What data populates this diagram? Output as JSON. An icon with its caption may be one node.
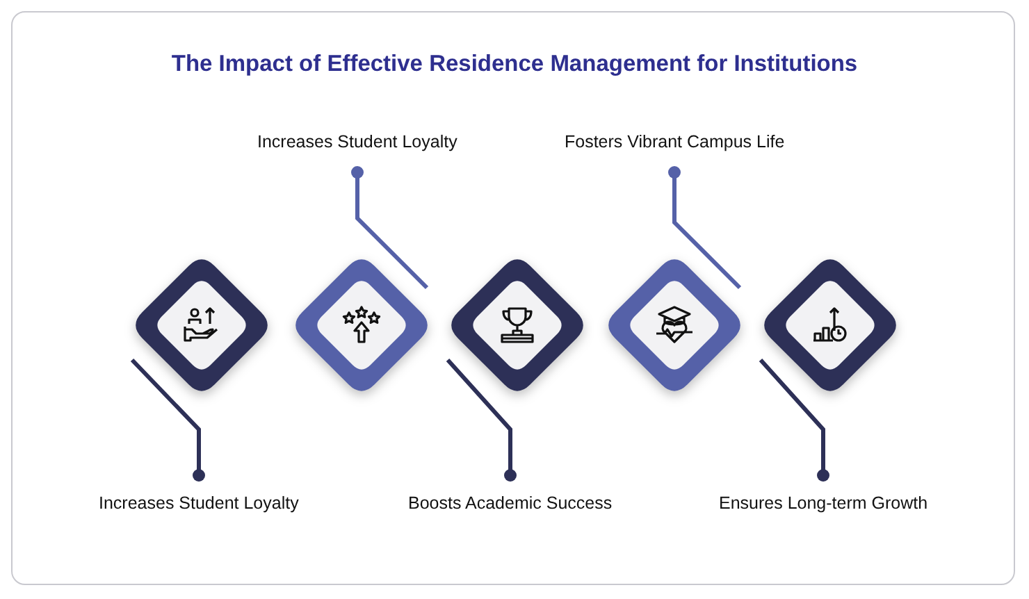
{
  "diagram": {
    "title": "The Impact of Effective Residence Management for Institutions",
    "nodes": [
      {
        "text": [
          "Increases Student Loyalty"
        ]
      },
      {
        "text": [
          "Fosters Vibrant Campus Life"
        ]
      },
      {
        "text": [],
        "shape": "diamond"
      },
      {
        "text": [],
        "shape": "diamond"
      },
      {
        "text": [],
        "shape": "diamond"
      },
      {
        "text": [],
        "shape": "diamond"
      },
      {
        "text": [],
        "shape": "diamond"
      },
      {
        "text": [
          "Increases Student Loyalty"
        ]
      },
      {
        "text": [
          "Boosts Academic Success"
        ]
      },
      {
        "text": [
          "Ensures Long-term Growth"
        ]
      }
    ],
    "edges": [
      {
        "from": 0,
        "to": 3,
        "arrow": "other",
        "color": "#5561a8"
      },
      {
        "from": 1,
        "to": 5,
        "arrow": "other",
        "color": "#5561a8"
      },
      {
        "from": 7,
        "to": 2,
        "arrow": "other"
      },
      {
        "from": 8,
        "to": 4,
        "arrow": "other"
      },
      {
        "from": 9,
        "to": 6,
        "arrow": "other"
      }
    ]
  }
}
